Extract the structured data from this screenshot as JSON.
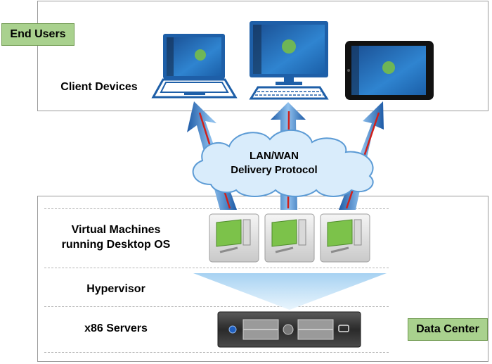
{
  "tags": {
    "end_users": "End Users",
    "data_center": "Data Center"
  },
  "labels": {
    "client_devices": "Client Devices",
    "vm_line1": "Virtual Machines",
    "vm_line2": "running Desktop OS",
    "hypervisor": "Hypervisor",
    "x86_servers": "x86 Servers"
  },
  "cloud": {
    "line1": "LAN/WAN",
    "line2": "Delivery Protocol"
  },
  "icons": [
    "laptop-icon",
    "desktop-monitor-icon",
    "tablet-icon",
    "virtual-machine-icon",
    "server-icon",
    "cloud-icon"
  ],
  "colors": {
    "tag_green": "#a9d18e",
    "arrow_blue": "#2e6fb8",
    "arrow_red": "#d0201b",
    "vm_green": "#7cc24a"
  }
}
